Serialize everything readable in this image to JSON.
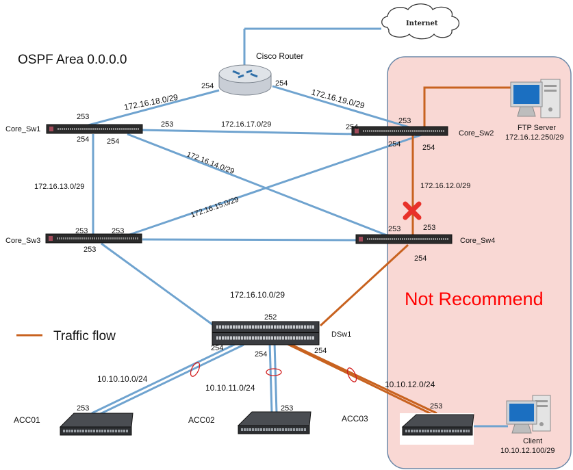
{
  "area": {
    "label": "OSPF Area 0.0.0.0"
  },
  "internet": {
    "label": "Internet"
  },
  "router": {
    "label": "Cisco Router",
    "port_left": "254",
    "port_right": "254"
  },
  "core_sw1": {
    "label": "Core_Sw1",
    "ports": [
      "253",
      "253",
      "254",
      "254"
    ]
  },
  "core_sw2": {
    "label": "Core_Sw2",
    "ports": [
      "253",
      "254",
      "254",
      "254"
    ]
  },
  "core_sw3": {
    "label": "Core_Sw3",
    "ports": [
      "253",
      "253",
      "253"
    ]
  },
  "core_sw4": {
    "label": "Core_Sw4",
    "ports": [
      "253",
      "253",
      "254"
    ]
  },
  "dsw1": {
    "label": "DSw1",
    "ports": [
      "252",
      "254",
      "254",
      "254"
    ]
  },
  "acc01": {
    "label": "ACC01",
    "port": "253"
  },
  "acc02": {
    "label": "ACC02",
    "port": "253"
  },
  "acc03": {
    "label": "ACC03",
    "port": "253"
  },
  "ftp_server": {
    "name": "FTP Server",
    "ip": "172.16.12.250/29"
  },
  "client": {
    "name": "Client",
    "ip": "10.10.12.100/29"
  },
  "networks": {
    "n18": "172.16.18.0/29",
    "n19": "172.16.19.0/29",
    "n17": "172.16.17.0/29",
    "n14": "172.16.14.0/29",
    "n13": "172.16.13.0/29",
    "n15": "172.16.15.0/29",
    "n12": "172.16.12.0/29",
    "n10": "172.16.10.0/29",
    "acc1": "10.10.10.0/24",
    "acc2": "10.10.11.0/24",
    "acc3": "10.10.12.0/24"
  },
  "not_recommend": {
    "label": "Not Recommend"
  },
  "legend": {
    "label": "Traffic flow"
  },
  "colors": {
    "link": "#6fa3cf",
    "traffic": "#c8621f",
    "zone_fill": "#f9d8d4",
    "zone_border": "#6b88a8",
    "alert_text": "#ff0000",
    "blocked": "#e8312a"
  }
}
